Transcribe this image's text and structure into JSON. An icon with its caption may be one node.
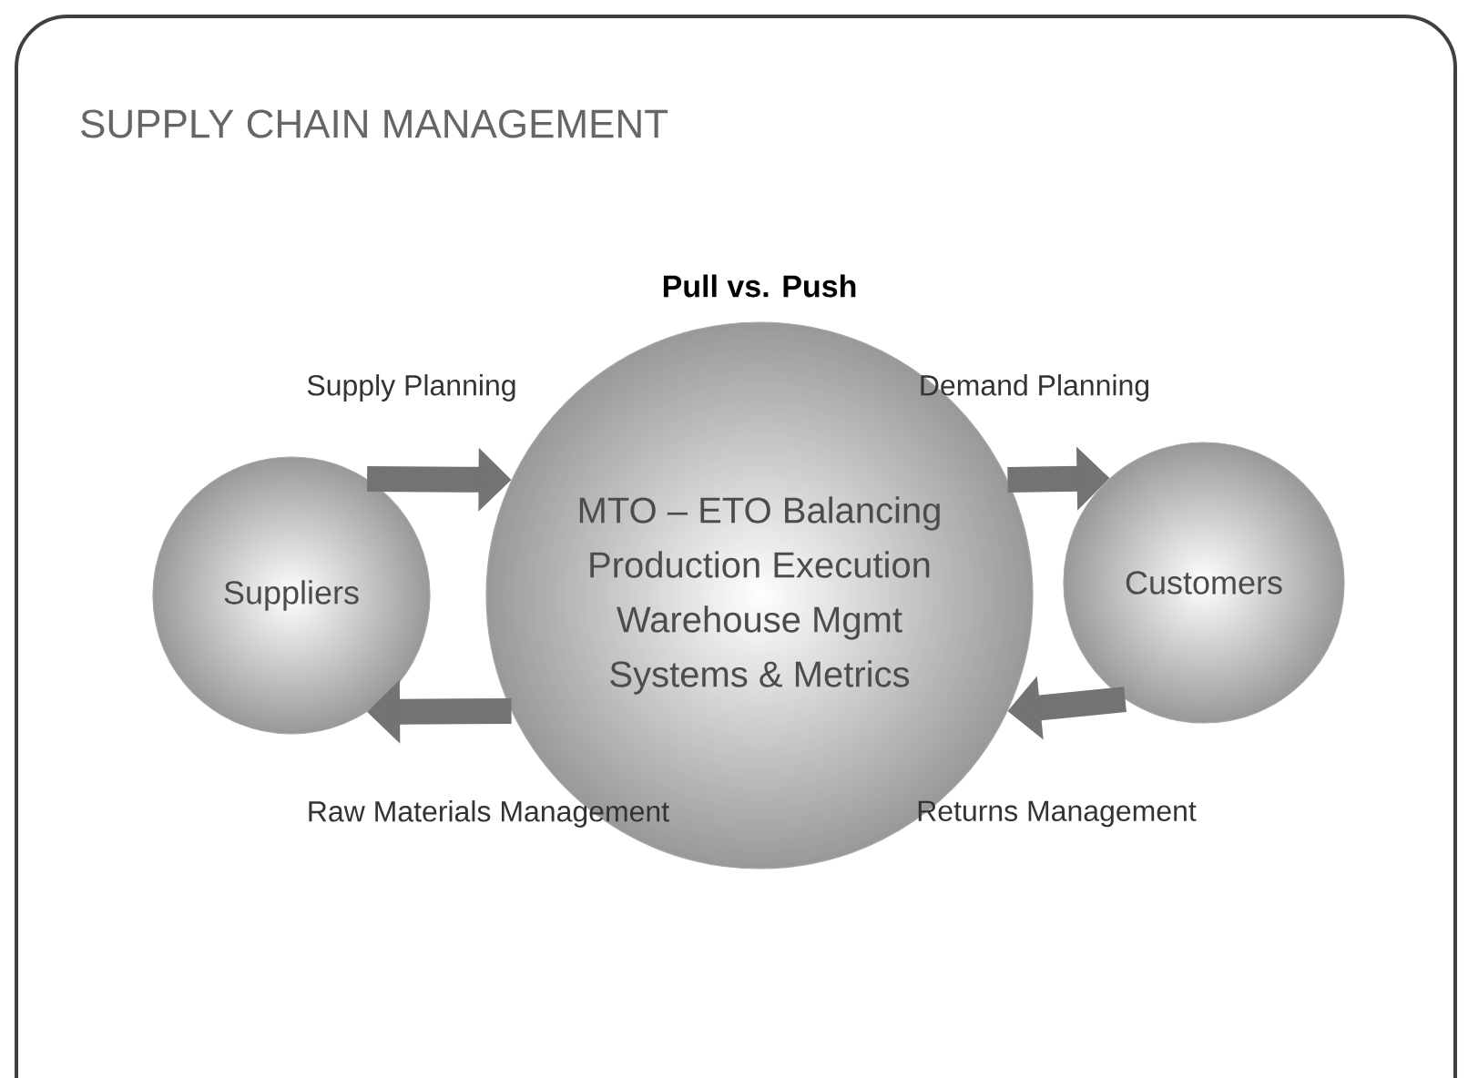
{
  "diagram": {
    "title": "SUPPLY CHAIN MANAGEMENT",
    "nodes": [
      {
        "text": [
          "Suppliers"
        ]
      },
      {
        "text": [
          "Pull vs. Push",
          "MTO – ETO Balancing",
          "Production Execution",
          "Warehouse Mgmt",
          "Systems & Metrics"
        ]
      },
      {
        "text": [
          "Customers"
        ]
      }
    ],
    "edges": [
      {
        "from": 0,
        "to": 1,
        "arrow": "to",
        "label": "Supply Planning"
      },
      {
        "from": 1,
        "to": 0,
        "arrow": "to",
        "label": "Raw Materials Management"
      },
      {
        "from": 1,
        "to": 2,
        "arrow": "to",
        "label": "Demand Planning"
      },
      {
        "from": 2,
        "to": 1,
        "arrow": "to",
        "label": "Returns Management"
      }
    ]
  }
}
